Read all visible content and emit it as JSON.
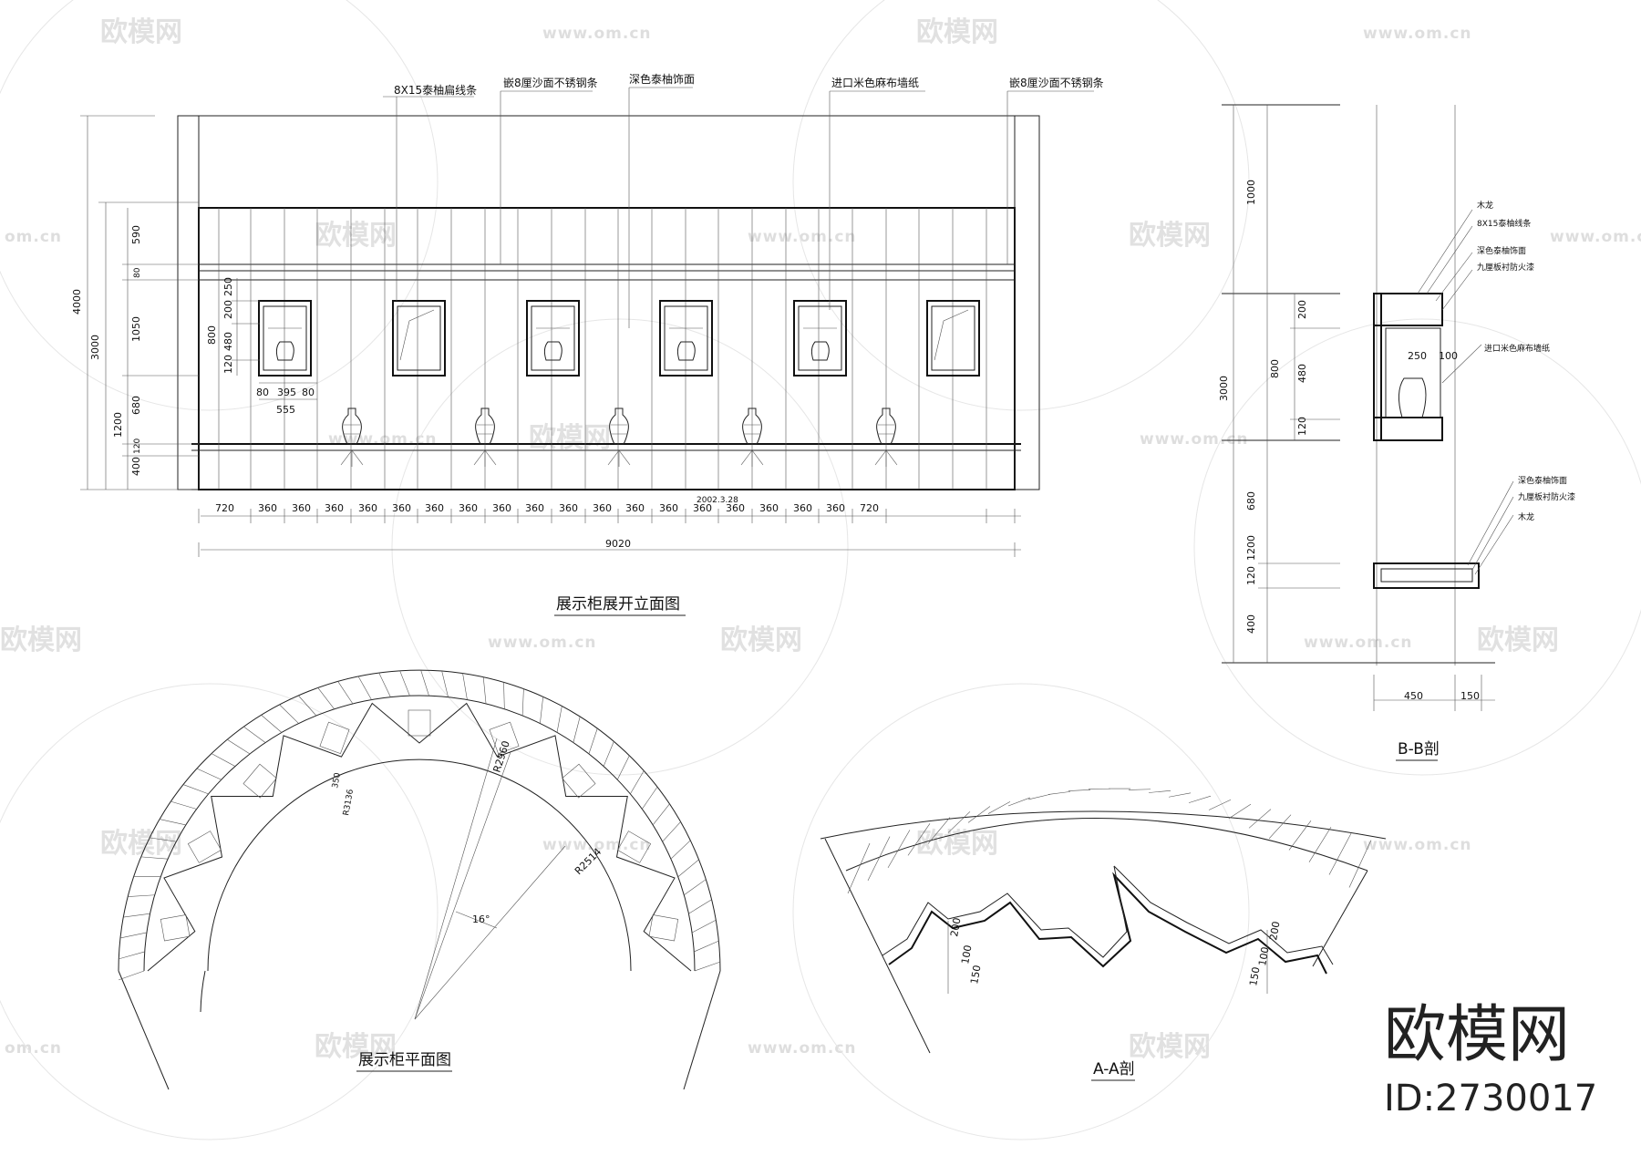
{
  "watermark": {
    "logo_text": "欧模网",
    "url_text": "www.om.cn",
    "url_short": "om.cn"
  },
  "brand": {
    "name": "欧模网",
    "id_text": "ID:2730017"
  },
  "elevation": {
    "title": "展示柜展开立面图",
    "date": "2002.3.28",
    "callouts": [
      "8X15泰柚扁线条",
      "嵌8厘沙面不锈钢条",
      "深色泰柚饰面",
      "进口米色麻布墙纸",
      "嵌8厘沙面不锈钢条"
    ],
    "dims_left_outer": [
      "4000"
    ],
    "dims_left_mid": [
      "3000"
    ],
    "dims_left": [
      "590",
      "80",
      "1050",
      "680",
      "1200",
      "120",
      "400"
    ],
    "dims_frame": [
      "250",
      "200",
      "480",
      "120",
      "800"
    ],
    "dims_frame_w": [
      "80",
      "395",
      "80",
      "555"
    ],
    "dims_bottom": [
      "720",
      "360",
      "360",
      "360",
      "360",
      "360",
      "360",
      "360",
      "360",
      "360",
      "360",
      "360",
      "360",
      "360",
      "360",
      "360",
      "360",
      "360",
      "360",
      "720"
    ],
    "dim_total": "9020"
  },
  "section_bb": {
    "title": "B-B剖",
    "labels_top": [
      "木龙",
      "8X15泰柚线条",
      "深色泰柚饰面",
      "九厘板衬防火漆"
    ],
    "label_wall": "进口米色麻布墙纸",
    "labels_bottom": [
      "深色泰柚饰面",
      "九厘板衬防火漆",
      "木龙"
    ],
    "dims_left": [
      "1000",
      "3000",
      "800",
      "200",
      "480",
      "120",
      "680",
      "1200",
      "120",
      "400"
    ],
    "dims_inner": [
      "250",
      "100"
    ],
    "dims_bottom": [
      "450",
      "150"
    ]
  },
  "plan": {
    "title": "展示柜平面图",
    "labels": [
      "R2960",
      "R2514",
      "R3136",
      "350",
      "16°"
    ]
  },
  "section_aa": {
    "title": "A-A剖",
    "dims": [
      "200",
      "100",
      "150",
      "200",
      "100",
      "150"
    ]
  }
}
